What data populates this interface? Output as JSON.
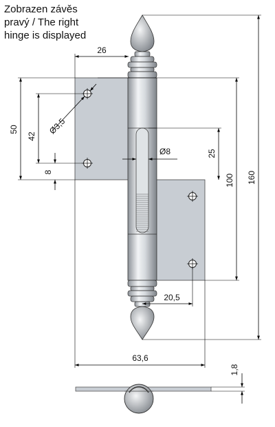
{
  "caption": {
    "line1": "Zobrazen závěs",
    "line2": "pravý / The right",
    "line3": "hinge is displayed"
  },
  "dimensions": {
    "top_plate_width": "26",
    "hole_diameter": "Ø3,5",
    "plate_height": "50",
    "hole_spacing": "42",
    "hole_edge_offset": "8",
    "pin_diameter": "Ø8",
    "knuckle_offset": "25",
    "overall_height": "160",
    "center_height": "100",
    "lower_hole_offset": "20,5",
    "overall_width": "63,6",
    "thickness": "1,8"
  },
  "colors": {
    "plate_fill": "#c8cdd3",
    "barrel_light": "#e9ecef",
    "barrel_dark": "#8c9197",
    "line": "#000000"
  }
}
